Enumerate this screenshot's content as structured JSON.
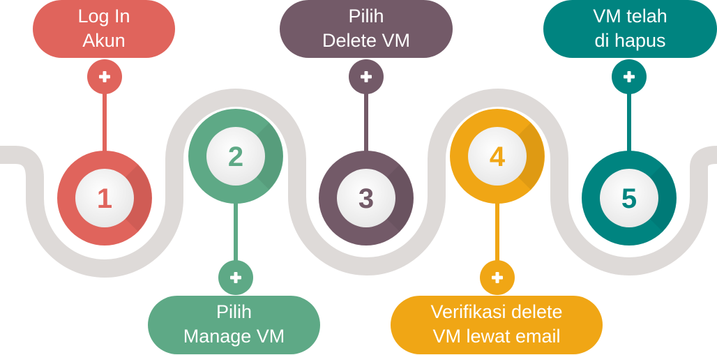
{
  "steps": [
    {
      "number": "1",
      "label_lines": [
        "Log In",
        "Akun"
      ],
      "color": "#e0645c",
      "icon": "plus-icon"
    },
    {
      "number": "2",
      "label_lines": [
        "Pilih",
        "Manage VM"
      ],
      "color": "#5ea986",
      "icon": "plus-icon"
    },
    {
      "number": "3",
      "label_lines": [
        "Pilih",
        "Delete VM"
      ],
      "color": "#735a68",
      "icon": "plus-icon"
    },
    {
      "number": "4",
      "label_lines": [
        "Verifikasi delete",
        "VM lewat email"
      ],
      "color": "#f0a615",
      "icon": "plus-icon"
    },
    {
      "number": "5",
      "label_lines": [
        "VM telah",
        "di hapus"
      ],
      "color": "#008480",
      "icon": "plus-icon"
    }
  ],
  "road_color": "#dedad8",
  "inner_circle_color": "#f4f4f4"
}
